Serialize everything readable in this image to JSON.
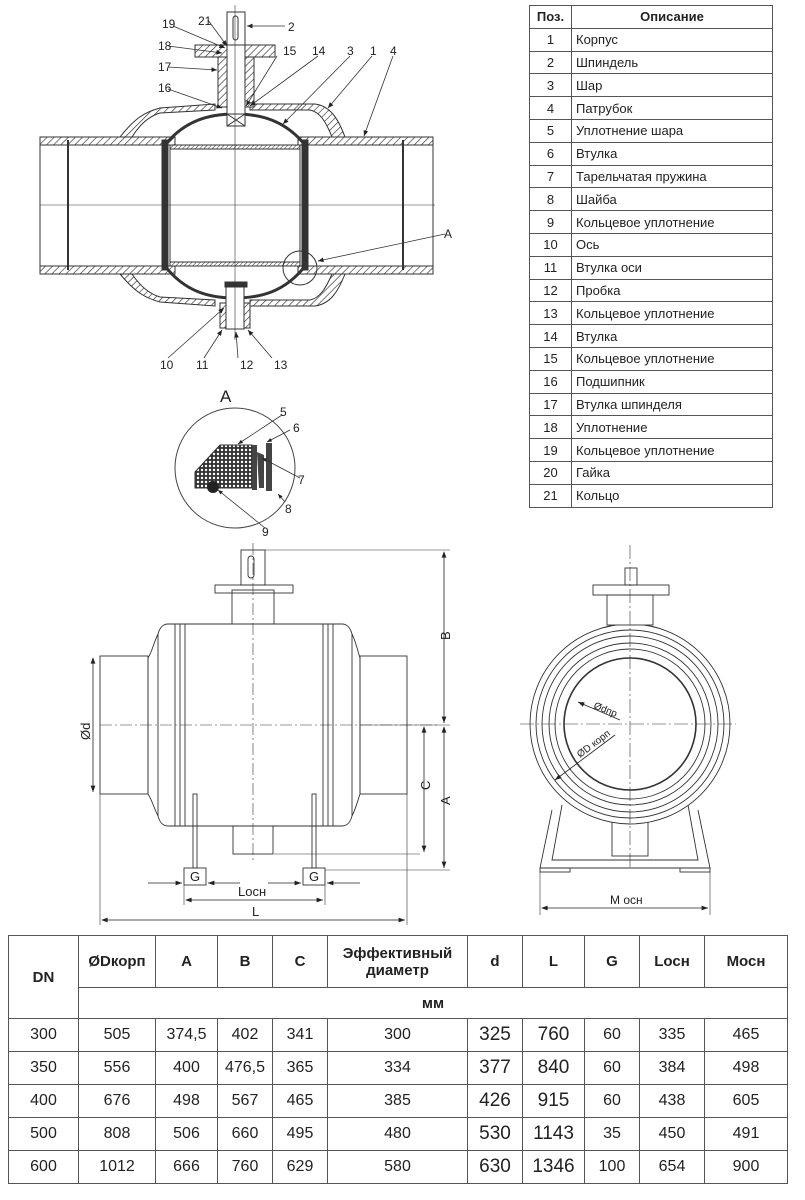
{
  "section_drawing": {
    "callouts": [
      "19",
      "21",
      "2",
      "18",
      "15",
      "14",
      "3",
      "1",
      "4",
      "17",
      "16",
      "A",
      "10",
      "11",
      "12",
      "13"
    ]
  },
  "detail_view": {
    "title": "A",
    "callouts": [
      "5",
      "6",
      "7",
      "8",
      "9"
    ]
  },
  "front_view": {
    "dim_labels": {
      "B": "B",
      "A": "A",
      "C": "C",
      "d": "Ød",
      "G": "G",
      "Loch": "Lосн",
      "L": "L"
    }
  },
  "side_view": {
    "dim_labels": {
      "dnp": "Ødпр",
      "Dkorp": "ØD корп",
      "Mosn": "M осн"
    }
  },
  "parts_table": {
    "headers": [
      "Поз.",
      "Описание"
    ],
    "rows": [
      {
        "pos": "1",
        "desc": "Корпус"
      },
      {
        "pos": "2",
        "desc": "Шпиндель"
      },
      {
        "pos": "3",
        "desc": "Шар"
      },
      {
        "pos": "4",
        "desc": "Патрубок"
      },
      {
        "pos": "5",
        "desc": "Уплотнение шара"
      },
      {
        "pos": "6",
        "desc": "Втулка"
      },
      {
        "pos": "7",
        "desc": "Тарельчатая пружина"
      },
      {
        "pos": "8",
        "desc": "Шайба"
      },
      {
        "pos": "9",
        "desc": "Кольцевое уплотнение"
      },
      {
        "pos": "10",
        "desc": "Ось"
      },
      {
        "pos": "11",
        "desc": "Втулка оси"
      },
      {
        "pos": "12",
        "desc": "Пробка"
      },
      {
        "pos": "13",
        "desc": "Кольцевое уплотнение"
      },
      {
        "pos": "14",
        "desc": "Втулка"
      },
      {
        "pos": "15",
        "desc": "Кольцевое уплотнение"
      },
      {
        "pos": "16",
        "desc": "Подшипник"
      },
      {
        "pos": "17",
        "desc": "Втулка шпинделя"
      },
      {
        "pos": "18",
        "desc": "Уплотнение"
      },
      {
        "pos": "19",
        "desc": "Кольцевое уплотнение"
      },
      {
        "pos": "20",
        "desc": "Гайка"
      },
      {
        "pos": "21",
        "desc": "Кольцо"
      }
    ]
  },
  "dims_table": {
    "headers": [
      "DN",
      "ØDкорп",
      "A",
      "B",
      "C",
      "Эффективный диаметр",
      "d",
      "L",
      "G",
      "Lосн",
      "Mосн"
    ],
    "unit": "мм",
    "rows": [
      [
        "300",
        "505",
        "374,5",
        "402",
        "341",
        "300",
        "325",
        "760",
        "60",
        "335",
        "465"
      ],
      [
        "350",
        "556",
        "400",
        "476,5",
        "365",
        "334",
        "377",
        "840",
        "60",
        "384",
        "498"
      ],
      [
        "400",
        "676",
        "498",
        "567",
        "465",
        "385",
        "426",
        "915",
        "60",
        "438",
        "605"
      ],
      [
        "500",
        "808",
        "506",
        "660",
        "495",
        "480",
        "530",
        "1143",
        "35",
        "450",
        "491"
      ],
      [
        "600",
        "1012",
        "666",
        "760",
        "629",
        "580",
        "630",
        "1346",
        "100",
        "654",
        "900"
      ]
    ]
  }
}
